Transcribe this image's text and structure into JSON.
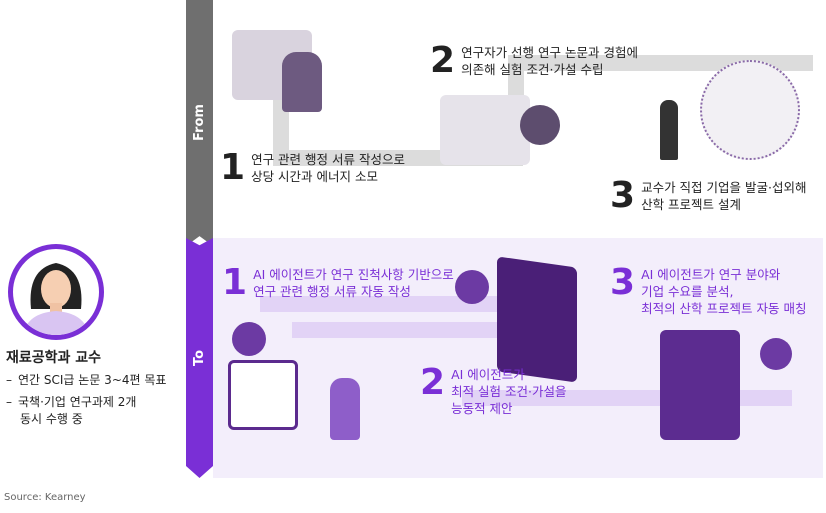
{
  "bands": {
    "from": "From",
    "to": "To"
  },
  "from_steps": [
    {
      "num": "1",
      "lines": [
        "연구 관련 행정 서류 작성으로",
        "상당 시간과 에너지 소모"
      ]
    },
    {
      "num": "2",
      "lines": [
        "연구자가 선행 연구 논문과 경험에",
        "의존해 실험 조건·가설 수립"
      ]
    },
    {
      "num": "3",
      "lines": [
        "교수가 직접 기업을 발굴·섭외해",
        "산학 프로젝트 설계"
      ]
    }
  ],
  "to_steps": [
    {
      "num": "1",
      "lines": [
        "AI 에이전트가 연구 진척사항 기반으로",
        "연구 관련 행정 서류 자동 작성"
      ]
    },
    {
      "num": "2",
      "lines": [
        "AI 에이전트가",
        "최적 실험 조건·가설을",
        "능동적 제안"
      ]
    },
    {
      "num": "3",
      "lines": [
        "AI 에이전트가 연구 분야와",
        "기업 수요를 분석,",
        "최적의 산학 프로젝트 자동 매칭"
      ]
    }
  ],
  "persona": {
    "title": "재료공학과 교수",
    "dash": "–",
    "items": [
      "연간 SCI급 논문 3~4편 목표",
      "국책·기업 연구과제 2개",
      "동시 수행 중"
    ]
  },
  "source": "Source: Kearney",
  "colors": {
    "accent": "#7a2fd6",
    "from_band": "#6f6f6f",
    "to_bg": "#f3eefb"
  }
}
